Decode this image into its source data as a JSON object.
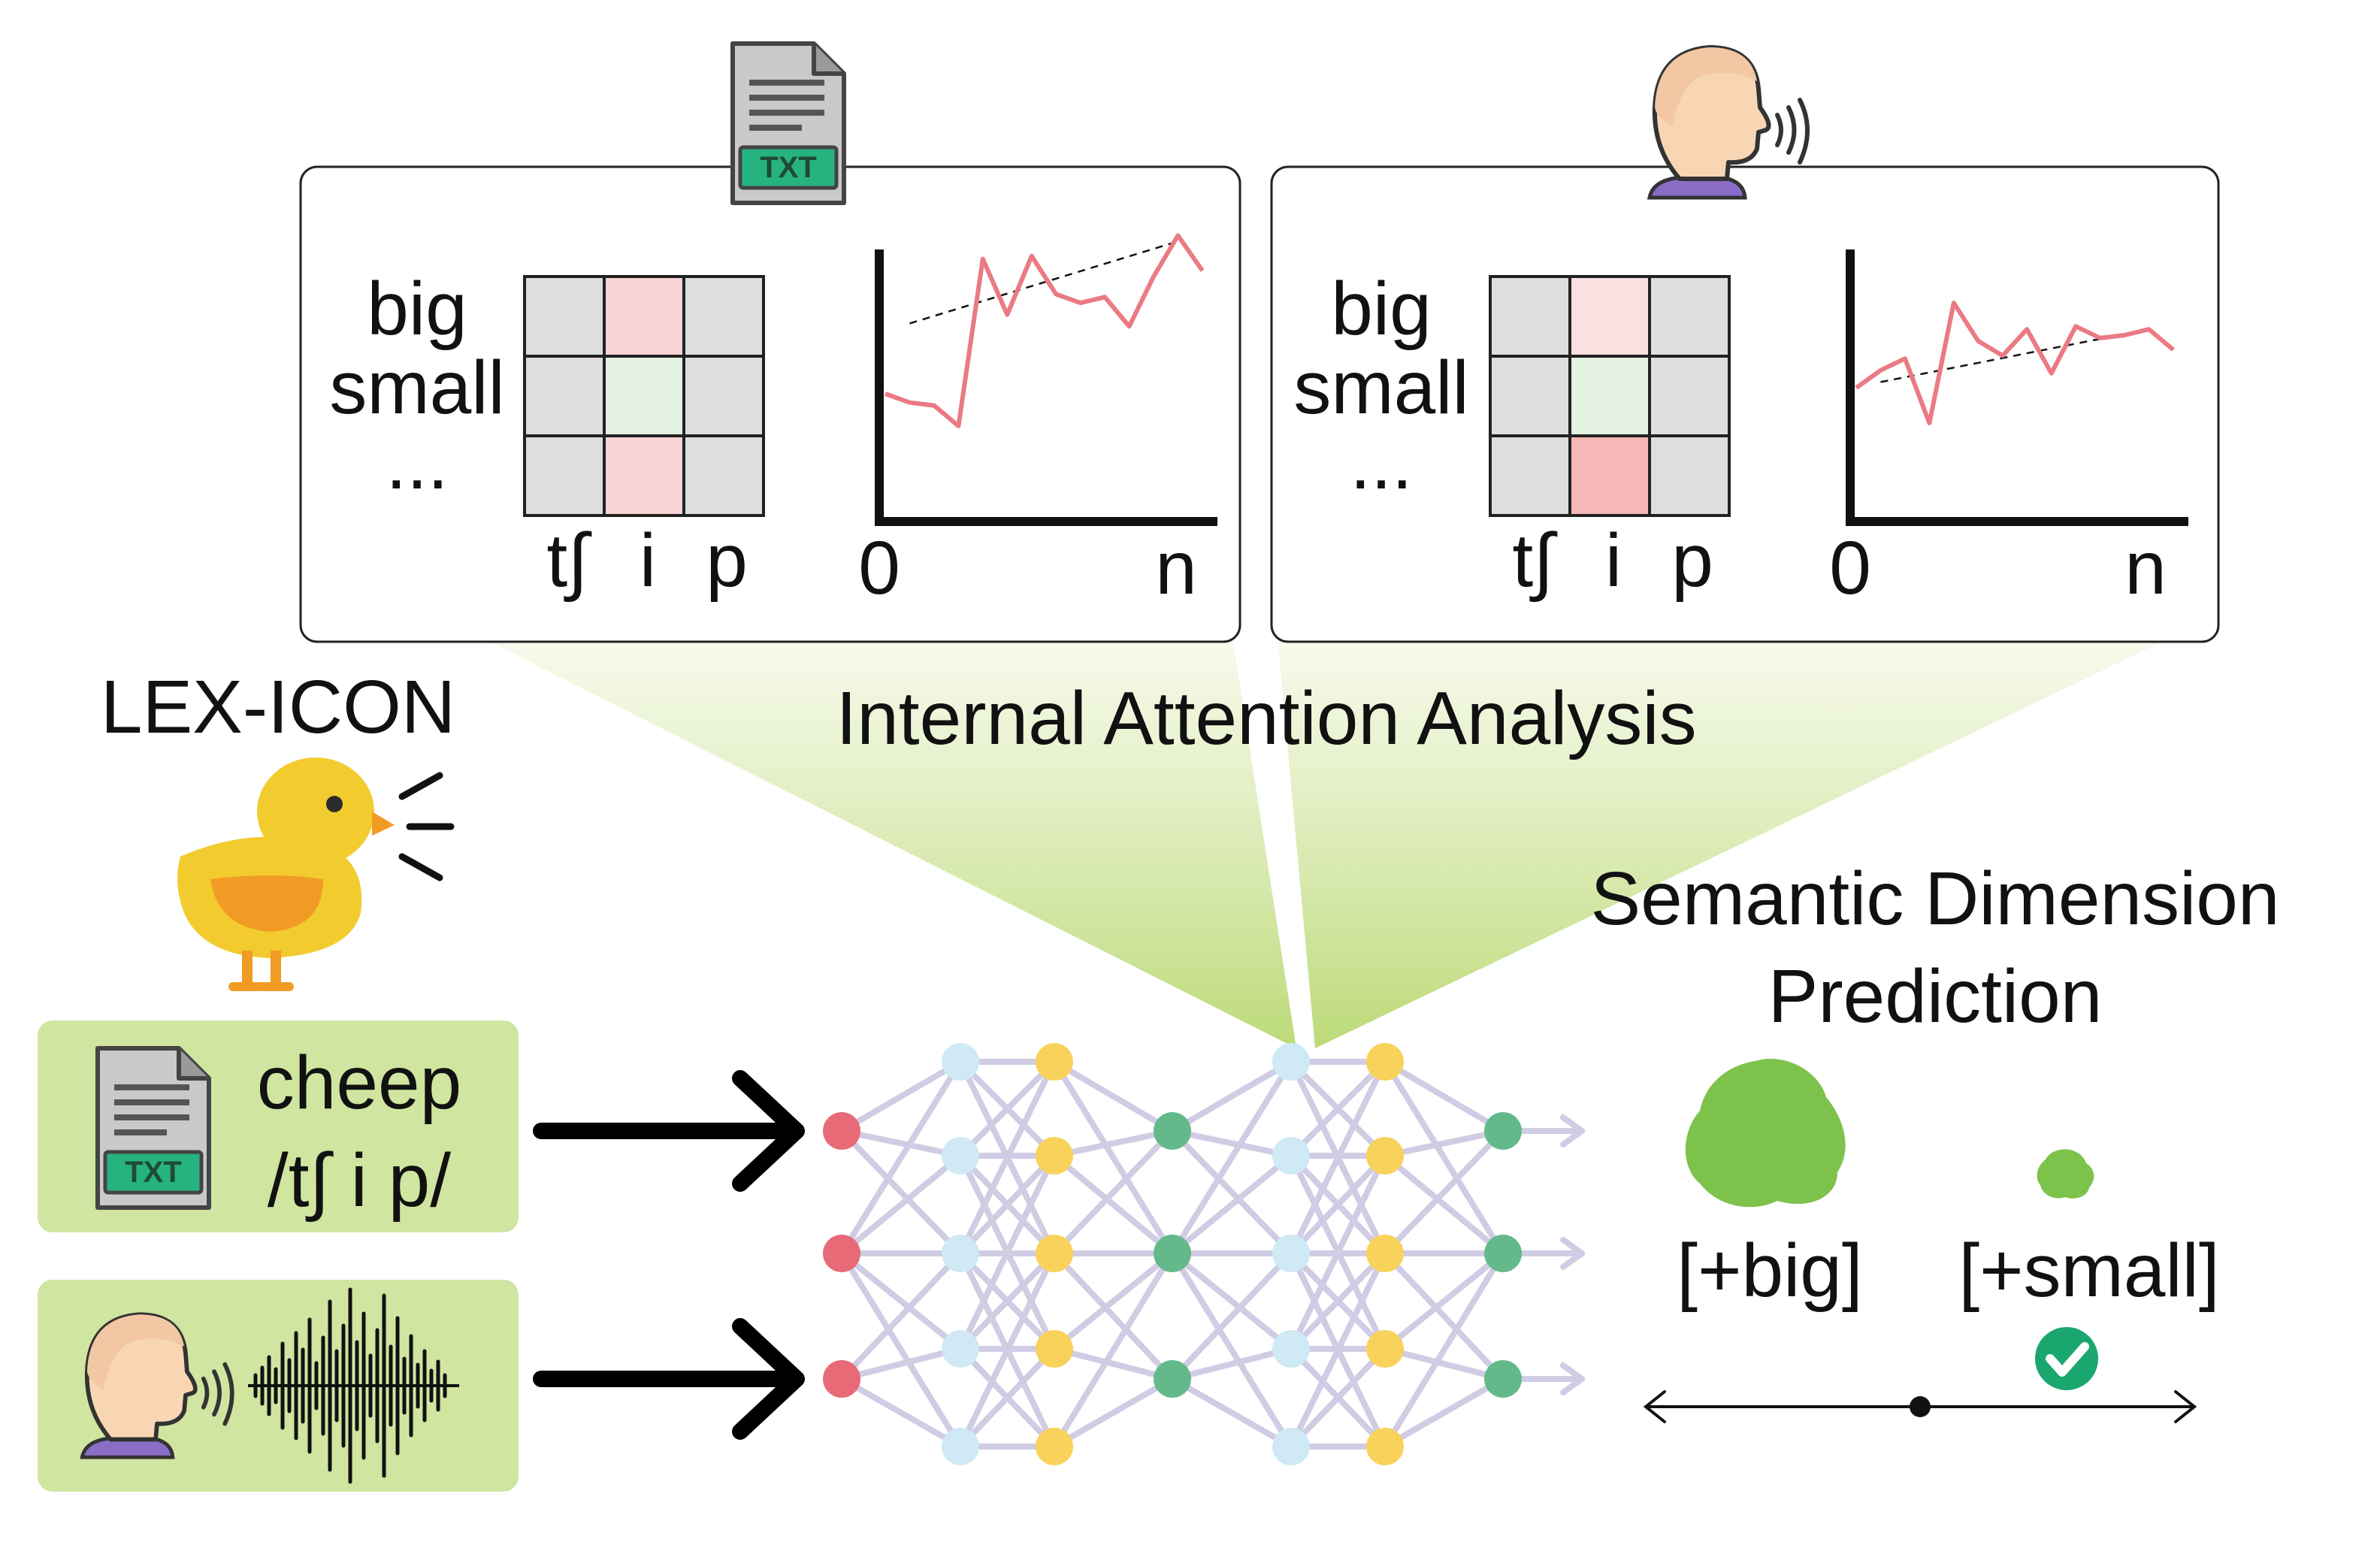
{
  "panels": [
    {
      "rows": [
        "big",
        "small",
        "..."
      ],
      "cols": [
        "t∫",
        "i",
        "p"
      ],
      "grid_colors": [
        [
          "#dedede",
          "#f8d4d4",
          "#dedede"
        ],
        [
          "#dedede",
          "#e2f1e0",
          "#dedede"
        ],
        [
          "#dedede",
          "#f8d4d4",
          "#dedede"
        ]
      ],
      "axis_start": "0",
      "axis_end": "n",
      "series": [
        0.4,
        0.37,
        0.36,
        0.29,
        0.86,
        0.67,
        0.87,
        0.74,
        0.71,
        0.73,
        0.63,
        0.8,
        0.94,
        0.82
      ],
      "trend": [
        0.64,
        0.92
      ],
      "icon": "txt-document-icon"
    },
    {
      "rows": [
        "big",
        "small",
        "..."
      ],
      "cols": [
        "t∫",
        "i",
        "p"
      ],
      "grid_colors": [
        [
          "#dedede",
          "#fae0e0",
          "#dedede"
        ],
        [
          "#dedede",
          "#e3f2e1",
          "#dedede"
        ],
        [
          "#dedede",
          "#f5b7b7",
          "#dedede"
        ]
      ],
      "axis_start": "0",
      "axis_end": "n",
      "series": [
        0.42,
        0.48,
        0.52,
        0.3,
        0.71,
        0.58,
        0.53,
        0.62,
        0.47,
        0.63,
        0.59,
        0.6,
        0.62,
        0.55
      ],
      "trend": [
        0.44,
        0.62
      ],
      "icon": "speaking-head-icon"
    }
  ],
  "dataset_label": "LEX-ICON",
  "analysis_label": "Internal Attention Analysis",
  "prediction_label": [
    "Semantic Dimension",
    "Prediction"
  ],
  "text_input": {
    "word": "cheep",
    "ipa": "/t∫ i p/"
  },
  "options": [
    "[+big]",
    "[+small]"
  ],
  "colors": {
    "input_box": "#cfe5a0",
    "green_blob": "#7dc24b",
    "node_red": "#e86a77",
    "node_blue": "#cfe9f5",
    "node_yellow": "#f9d25b",
    "node_green": "#64b98a",
    "edge": "#cfcce4",
    "check": "#1aa66f",
    "line_red": "#ea7a84"
  }
}
